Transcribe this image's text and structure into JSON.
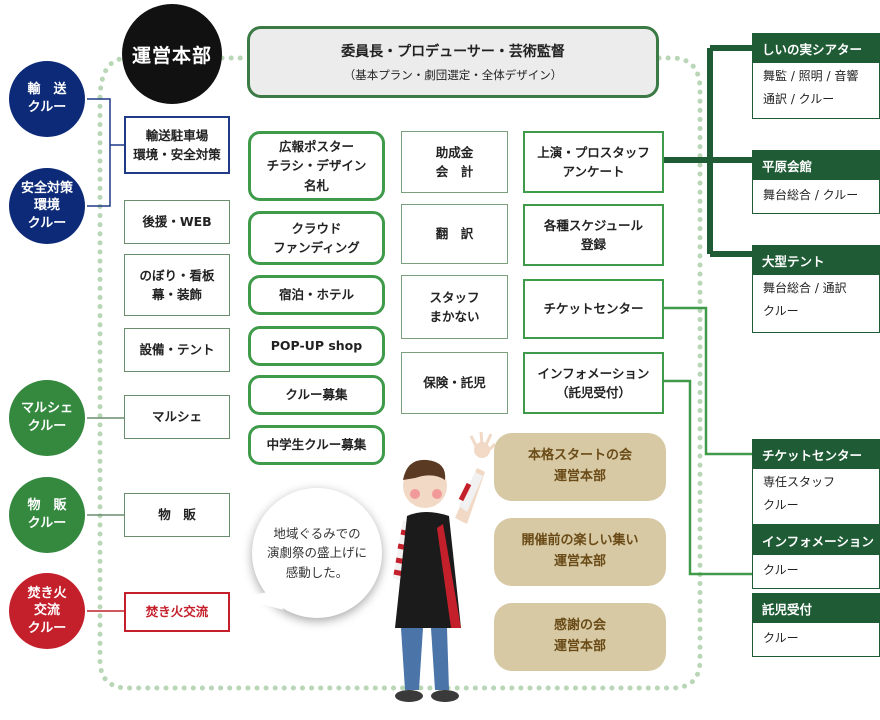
{
  "headquarters": {
    "label": "運営本部"
  },
  "committee": {
    "title": "委員長・プロデューサー・芸術監督",
    "subtitle": "（基本プラン・劇団選定・全体デザイン）"
  },
  "left_crews": [
    {
      "label": "輸　送\nクルー"
    },
    {
      "label": "安全対策\n環境\nクルー"
    },
    {
      "label": "マルシェ\nクルー"
    },
    {
      "label": "物　販\nクルー"
    },
    {
      "label": "焚き火\n交流\nクルー"
    }
  ],
  "col1_tasks": [
    {
      "label": "輸送駐車場\n環境・安全対策"
    },
    {
      "label": "後援・WEB"
    },
    {
      "label": "のぼり・看板\n幕・装飾"
    },
    {
      "label": "設備・テント"
    },
    {
      "label": "マルシェ"
    },
    {
      "label": "物　販"
    },
    {
      "label": "焚き火交流"
    }
  ],
  "col2_tasks": [
    {
      "label": "広報ポスター\nチラシ・デザイン\n名札"
    },
    {
      "label": "クラウド\nファンディング"
    },
    {
      "label": "宿泊・ホテル"
    },
    {
      "label": "POP-UP shop"
    },
    {
      "label": "クルー募集"
    },
    {
      "label": "中学生クルー募集"
    }
  ],
  "col3_tasks": [
    {
      "label": "助成金\n会　計"
    },
    {
      "label": "翻　訳"
    },
    {
      "label": "スタッフ\nまかない"
    },
    {
      "label": "保険・託児"
    }
  ],
  "col4_tasks": [
    {
      "label": "上演・プロスタッフ\nアンケート"
    },
    {
      "label": "各種スケジュール\n登録"
    },
    {
      "label": "チケットセンター"
    },
    {
      "label": "インフォメーション\n（託児受付）"
    }
  ],
  "meetings": [
    {
      "label": "本格スタートの会\n運営本部"
    },
    {
      "label": "開催前の楽しい集い\n運営本部"
    },
    {
      "label": "感謝の会\n運営本部"
    }
  ],
  "bubble": {
    "text": "地域ぐるみでの\n演劇祭の盛上げに\n感動した。"
  },
  "venues": [
    {
      "title": "しいの実シアター",
      "body": "舞監 / 照明 / 音響\n通訳 / クルー"
    },
    {
      "title": "平原会館",
      "body": "舞台総合 / クルー"
    },
    {
      "title": "大型テント",
      "body": "舞台総合 / 通訳\nクルー"
    },
    {
      "title": "チケットセンター",
      "body": "専任スタッフ\nクルー"
    },
    {
      "title": "インフォメーション",
      "body": "クルー"
    },
    {
      "title": "託児受付",
      "body": "クルー"
    }
  ],
  "colors": {
    "navy": "#0c2a78",
    "green": "#34893f",
    "red": "#c4202c",
    "dark_green": "#1f5c36",
    "tan": "#d7c9a4"
  }
}
